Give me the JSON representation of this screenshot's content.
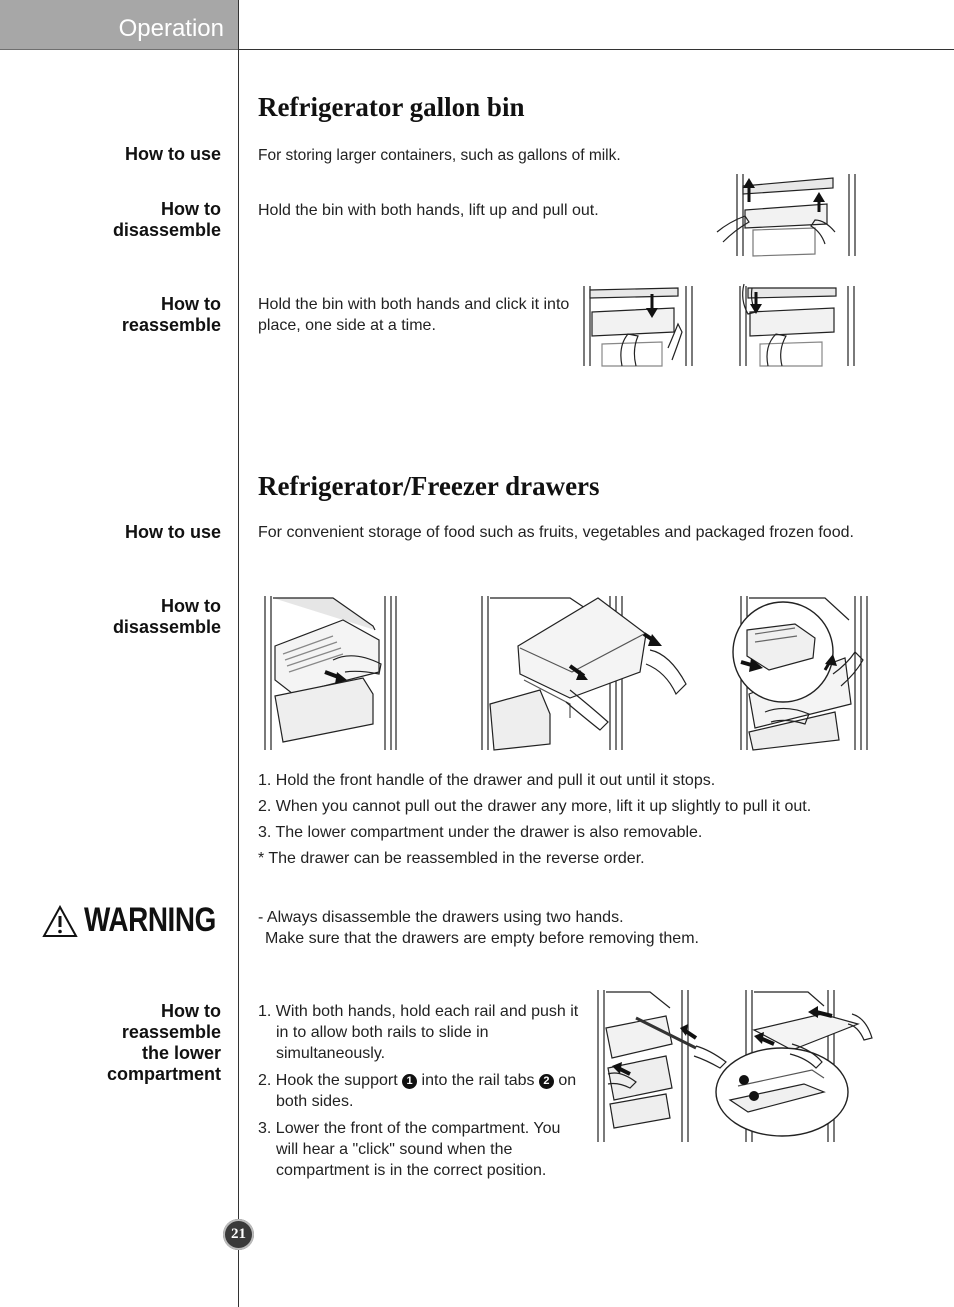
{
  "header": {
    "tab_label": "Operation"
  },
  "gallon_bin": {
    "title": "Refrigerator gallon bin",
    "how_to_use_label": "How to use",
    "how_to_use_text": "For storing larger containers, such as gallons of milk.",
    "disassemble_label_1": "How to",
    "disassemble_label_2": "disassemble",
    "disassemble_text": "Hold the bin with both hands, lift up and pull out.",
    "reassemble_label_1": "How to",
    "reassemble_label_2": "reassemble",
    "reassemble_text": "Hold the bin with both hands and click it into place, one side at a time."
  },
  "drawers": {
    "title": "Refrigerator/Freezer drawers",
    "how_to_use_label": "How to use",
    "how_to_use_text": "For convenient storage of food such as fruits, vegetables and packaged frozen food.",
    "disassemble_label_1": "How to",
    "disassemble_label_2": "disassemble",
    "steps": [
      "1. Hold the front handle of the drawer and pull it out until it stops.",
      "2. When you cannot pull out the drawer any more, lift it up slightly to pull it out.",
      "3. The lower compartment under the drawer is also removable.",
      "* The drawer can be reassembled in the reverse order."
    ]
  },
  "warning": {
    "label": "WARNING",
    "icon": "warning-triangle-icon",
    "line1": "- Always disassemble the drawers using two hands.",
    "line2": "Make sure that the drawers are empty before removing them."
  },
  "lower_compartment": {
    "label_1": "How to",
    "label_2": "reassemble",
    "label_3": "the lower",
    "label_4": "compartment",
    "step1": "1. With both hands, hold each rail and push it in to allow both rails to slide in simultaneously.",
    "step2_a": "2. Hook the support",
    "step2_num1": "1",
    "step2_b": "into the rail tabs",
    "step2_num2": "2",
    "step2_c": "on both sides.",
    "step3": "3. Lower the front of the compartment. You will hear a \"click\" sound when the compartment is in the correct position."
  },
  "footer": {
    "page_number": "21"
  }
}
